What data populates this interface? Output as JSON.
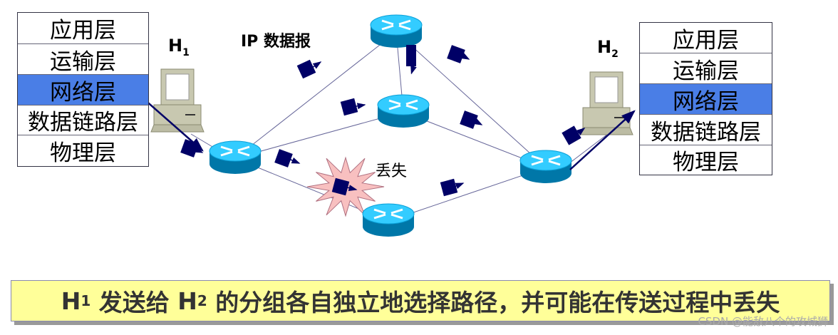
{
  "left_stack": {
    "layers": [
      "应用层",
      "运输层",
      "网络层",
      "数据链路层",
      "物理层"
    ]
  },
  "right_stack": {
    "layers": [
      "应用层",
      "运输层",
      "网络层",
      "数据链路层",
      "物理层"
    ]
  },
  "host1": {
    "label": "H",
    "sub": "1"
  },
  "host2": {
    "label": "H",
    "sub": "2"
  },
  "datagram_label": "IP 数据报",
  "lost_label": "丢失",
  "banner": {
    "h1": "H",
    "h1_sub": "1",
    "part1": " 发送给 ",
    "h2": "H",
    "h2_sub": "2",
    "part2": " 的分组各自独立地选择路径，并可能在传送过程中丢失"
  },
  "watermark": "CSDN @能敌八个的攻城狮",
  "colors": {
    "highlight": "#4a7ee6",
    "banner": "#ffff99",
    "packet": "#000066",
    "router_top": "#33ccff",
    "router_body": "#0077a8"
  }
}
